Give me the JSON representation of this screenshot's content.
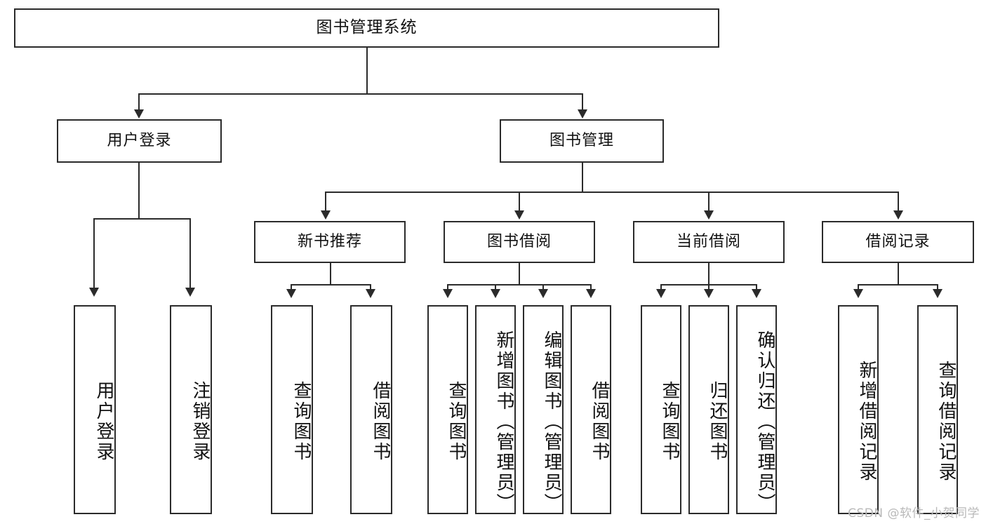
{
  "diagram": {
    "type": "tree-hierarchy-chart",
    "title": "图书管理系统",
    "root": {
      "label": "图书管理系统"
    },
    "level2": [
      {
        "id": "user-login",
        "label": "用户登录"
      },
      {
        "id": "book-manage",
        "label": "图书管理"
      }
    ],
    "level3": [
      {
        "id": "new-book-recommend",
        "label": "新书推荐"
      },
      {
        "id": "book-borrow",
        "label": "图书借阅"
      },
      {
        "id": "current-borrow",
        "label": "当前借阅"
      },
      {
        "id": "borrow-record",
        "label": "借阅记录"
      }
    ],
    "leaves": [
      {
        "id": "leaf-user-login",
        "parent": "user-login",
        "label": "用户登录"
      },
      {
        "id": "leaf-logout-login",
        "parent": "user-login",
        "label": "注销登录"
      },
      {
        "id": "leaf-query-book-1",
        "parent": "new-book-recommend",
        "label": "查询图书"
      },
      {
        "id": "leaf-borrow-book-1",
        "parent": "new-book-recommend",
        "label": "借阅图书"
      },
      {
        "id": "leaf-query-book-2",
        "parent": "book-borrow",
        "label": "查询图书"
      },
      {
        "id": "leaf-add-book-admin",
        "parent": "book-borrow",
        "label": "新增图书（管理员）"
      },
      {
        "id": "leaf-edit-book-admin",
        "parent": "book-borrow",
        "label": "编辑图书（管理员）"
      },
      {
        "id": "leaf-borrow-book-2",
        "parent": "book-borrow",
        "label": "借阅图书"
      },
      {
        "id": "leaf-query-book-3",
        "parent": "current-borrow",
        "label": "查询图书"
      },
      {
        "id": "leaf-return-book",
        "parent": "current-borrow",
        "label": "归还图书"
      },
      {
        "id": "leaf-confirm-return",
        "parent": "current-borrow",
        "label": "确认归还（管理员）"
      },
      {
        "id": "leaf-add-record",
        "parent": "borrow-record",
        "label": "新增借阅记录"
      },
      {
        "id": "leaf-query-record",
        "parent": "borrow-record",
        "label": "查询借阅记录"
      }
    ]
  },
  "watermark": {
    "text": "CSDN @软件_小贺同学"
  },
  "colors": {
    "stroke": "#2b2b2b",
    "fill": "#ffffff",
    "text": "#111111",
    "watermark": "#b9b9b9"
  }
}
